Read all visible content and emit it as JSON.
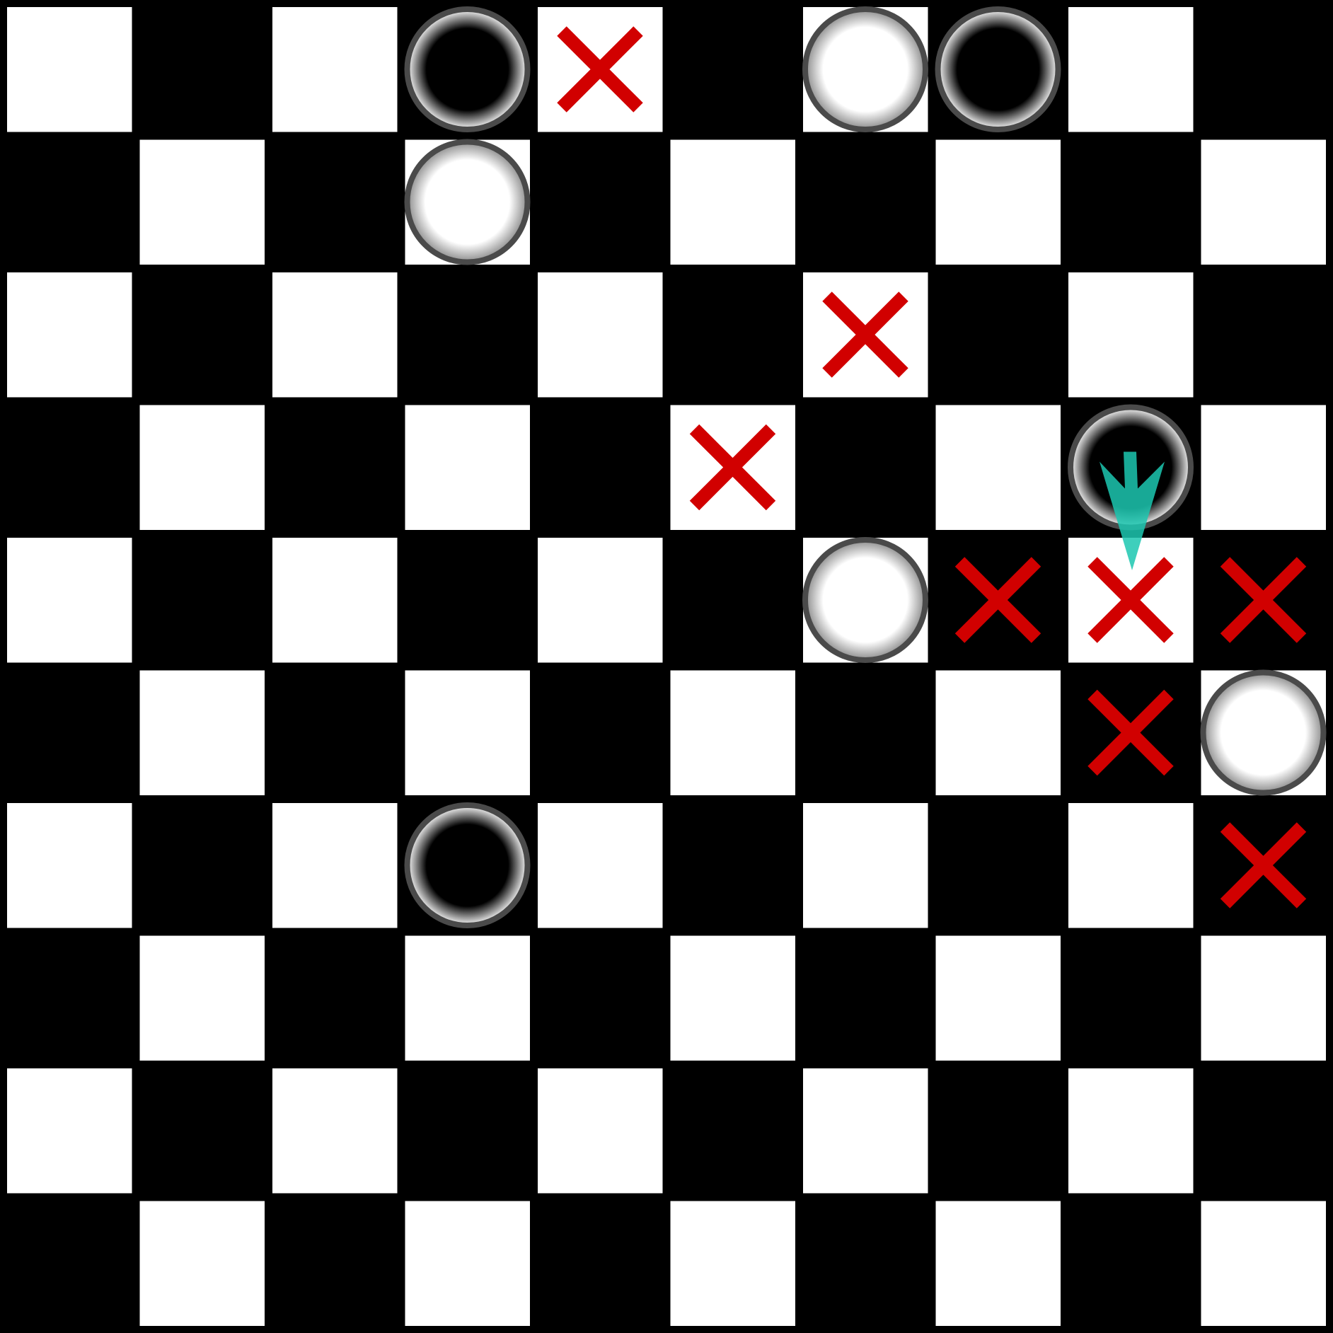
{
  "board": {
    "rows": 10,
    "cols": 10,
    "light_color": "#ffffff",
    "dark_color": "#000000",
    "first_square": "light"
  },
  "pieces": [
    {
      "row": 0,
      "col": 3,
      "color": "black"
    },
    {
      "row": 0,
      "col": 6,
      "color": "white"
    },
    {
      "row": 0,
      "col": 7,
      "color": "black"
    },
    {
      "row": 1,
      "col": 3,
      "color": "white"
    },
    {
      "row": 3,
      "col": 8,
      "color": "black"
    },
    {
      "row": 4,
      "col": 6,
      "color": "white"
    },
    {
      "row": 5,
      "col": 9,
      "color": "white"
    },
    {
      "row": 6,
      "col": 3,
      "color": "black"
    }
  ],
  "markers": [
    {
      "row": 0,
      "col": 4,
      "type": "x"
    },
    {
      "row": 2,
      "col": 6,
      "type": "x"
    },
    {
      "row": 3,
      "col": 5,
      "type": "x"
    },
    {
      "row": 4,
      "col": 7,
      "type": "x"
    },
    {
      "row": 4,
      "col": 8,
      "type": "x"
    },
    {
      "row": 4,
      "col": 9,
      "type": "x"
    },
    {
      "row": 5,
      "col": 8,
      "type": "x"
    },
    {
      "row": 6,
      "col": 9,
      "type": "x"
    }
  ],
  "marker_color": "#d10000",
  "arrow": {
    "from": {
      "row": 3,
      "col": 8
    },
    "to": {
      "row": 4,
      "col": 8
    },
    "color": "#1cc7b0"
  },
  "piece_style": {
    "rim_color": "#4a4a4a",
    "white_fill": "#ffffff",
    "black_fill": "#000000"
  }
}
